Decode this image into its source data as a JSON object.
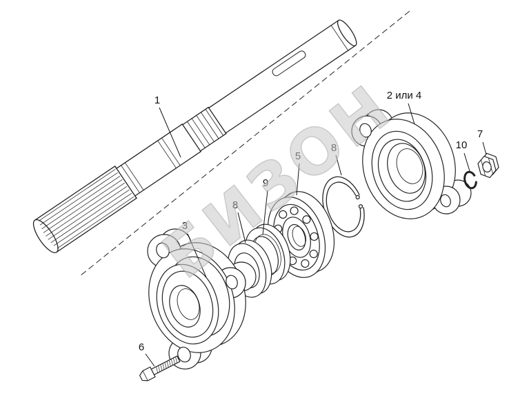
{
  "watermark": "БИЗОН",
  "labels": {
    "shaft": "1",
    "housing": "2 или 4",
    "flange": "3",
    "bearing": "5",
    "bolt": "6",
    "nut": "7",
    "ring_left": "8",
    "ring_right": "8",
    "seal_ring": "9",
    "lock_washer": "10"
  },
  "colors": {
    "line": "#222222",
    "background": "#ffffff",
    "watermark": "#c9c9c9"
  }
}
